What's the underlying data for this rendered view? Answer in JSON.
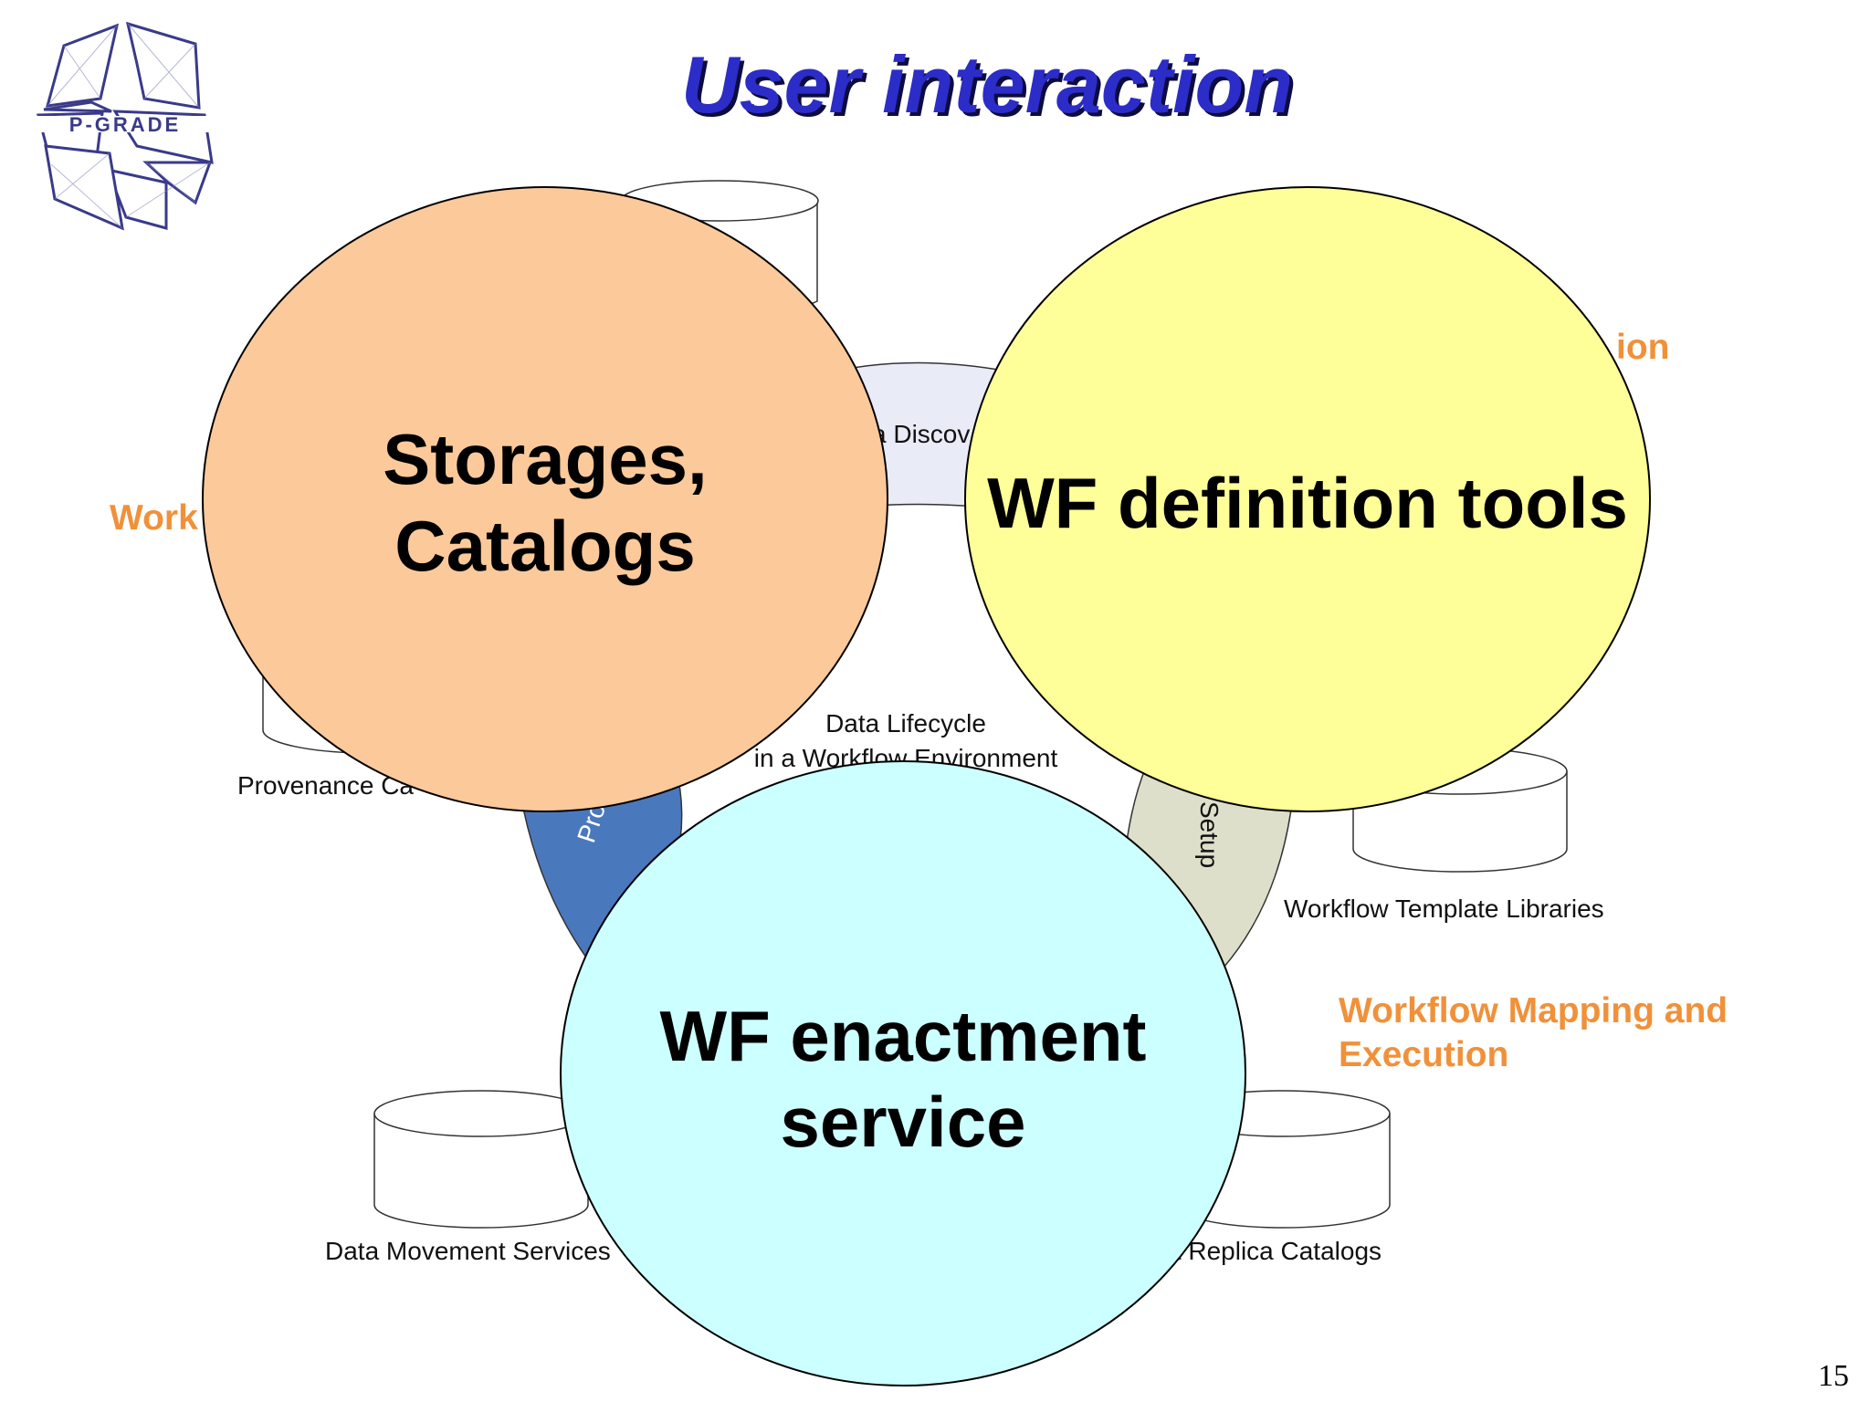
{
  "slide": {
    "title": "User interaction",
    "page_number": "15",
    "logo_text": "P-GRADE"
  },
  "background_diagram": {
    "center_label_line1": "Data Lifecycle",
    "center_label_line2": "in a Workflow Environment",
    "arc_labels": {
      "top": "a Discov",
      "left": "Pro",
      "right": "Setup"
    },
    "stores": {
      "provenance": "Provenance Ca",
      "template_libraries": "Workflow Template Libraries",
      "data_movement": "Data Movement Services",
      "replica": "a Replica Catalogs"
    },
    "orange_labels": {
      "left": "Work",
      "top_right": "ion",
      "mapping_line1": "Workflow Mapping and",
      "mapping_line2": "Execution"
    }
  },
  "circles": {
    "storages": {
      "line1": "Storages,",
      "line2": "Catalogs",
      "color": "#fbc99a"
    },
    "wf_definition": {
      "label": "WF definition tools",
      "color": "#ffff99"
    },
    "wf_enactment": {
      "line1": "WF enactment",
      "line2": "service",
      "color": "#ccffff"
    }
  },
  "colors": {
    "title": "#2c2cc8",
    "orange_text": "#f0913a",
    "arc_left": "#4a78bd",
    "arc_top": "#e9ecf7",
    "arc_right": "#dddfca"
  }
}
